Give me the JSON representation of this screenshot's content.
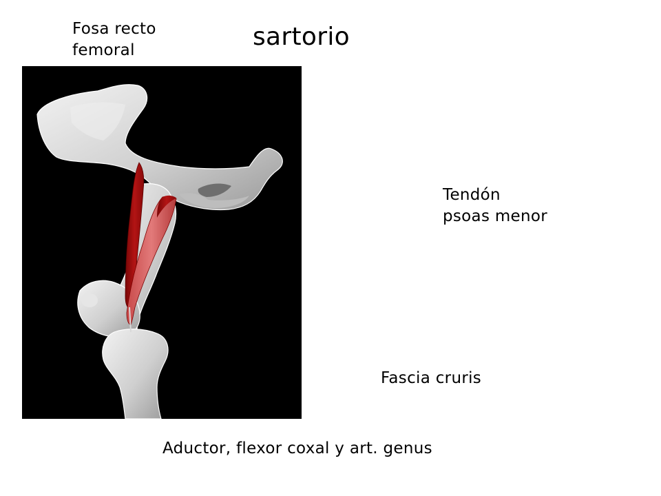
{
  "title": "sartorio",
  "labels": {
    "origin": {
      "line1": "Fosa recto",
      "line2": "femoral"
    },
    "origin2": {
      "line1": "Tendón",
      "line2": "psoas menor"
    },
    "insertion": "Fascia cruris",
    "function": "Aductor, flexor coxal y art. genus"
  },
  "colors": {
    "background": "#ffffff",
    "figure_background": "#000000",
    "bone": "#d9d9d9",
    "muscle": "#a30f0f"
  }
}
